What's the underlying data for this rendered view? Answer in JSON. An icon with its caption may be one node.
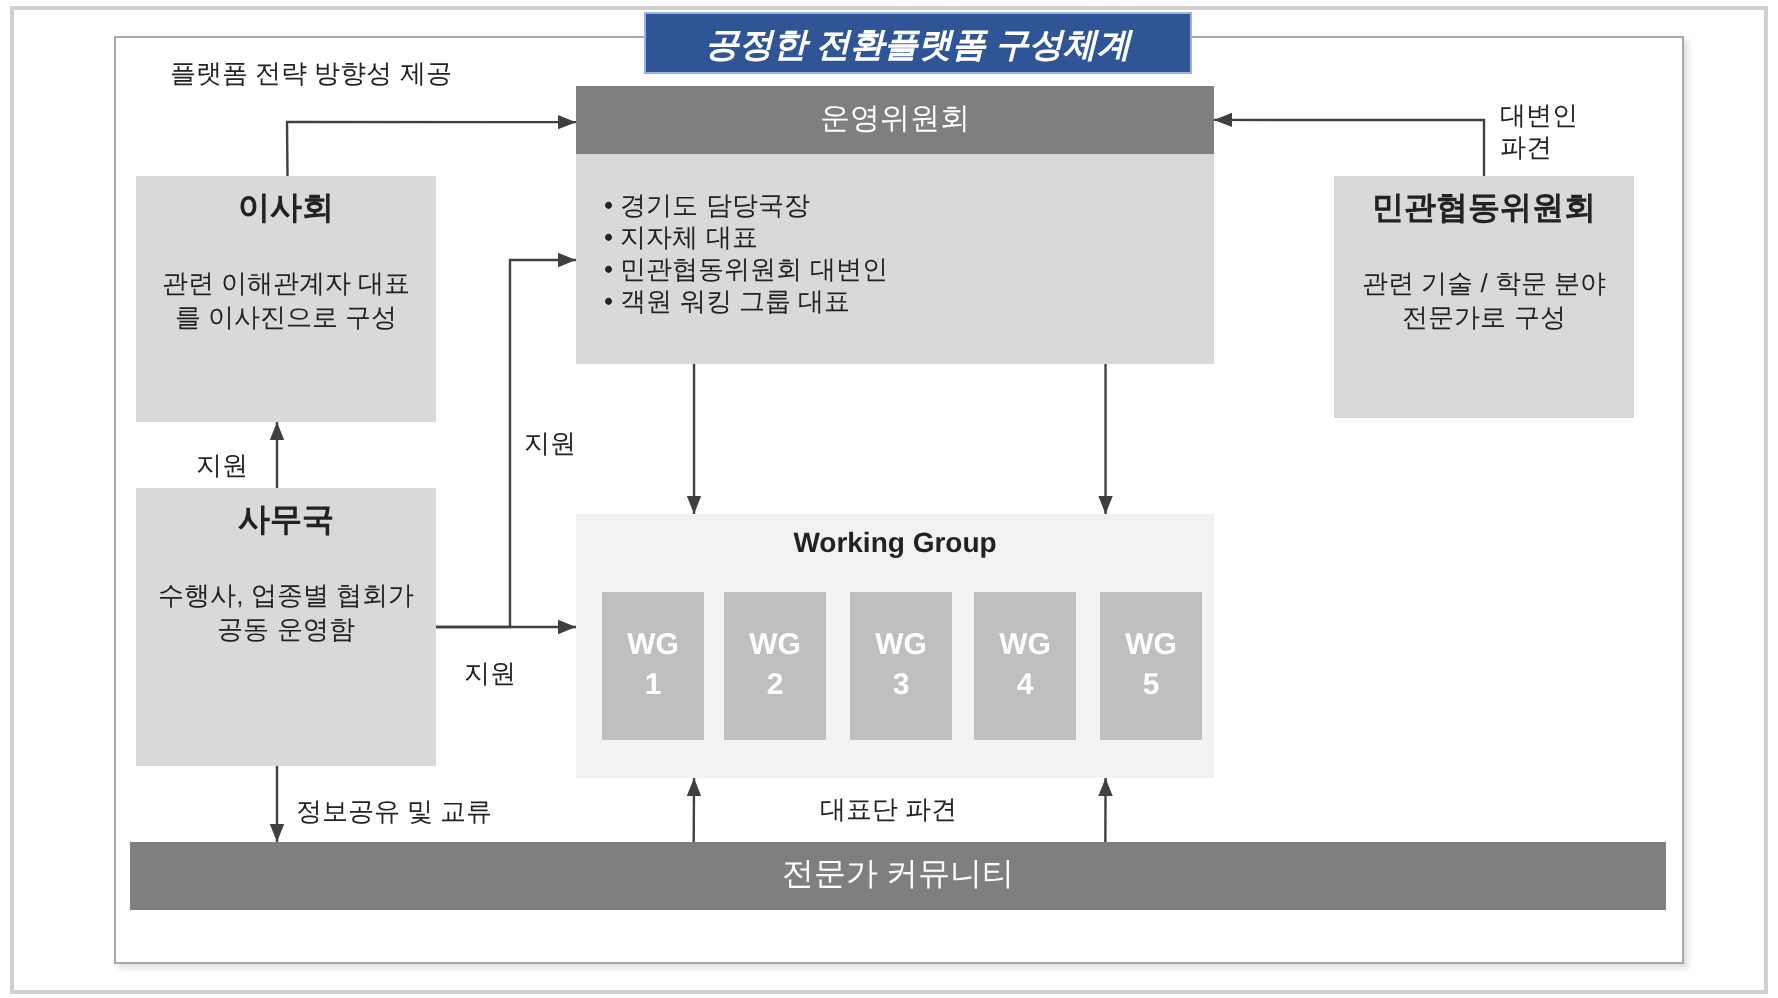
{
  "diagram": {
    "title": "공정한 전환플랫폼 구성체계",
    "nodes": [
      {
        "text": [
          "이사회",
          "관련 이해관계자 대표를 이사진으로 구성"
        ]
      },
      {
        "text": [
          "운영위원회",
          "• 경기도 담당국장",
          "• 지자체 대표",
          "• 민관협동위원회 대변인",
          "• 객원 워킹 그룹 대표"
        ]
      },
      {
        "text": [
          "민관협동위원회",
          "관련 기술 / 학문 분야 전문가로 구성"
        ]
      },
      {
        "text": [
          "사무국",
          "수행사, 업종별 협회가 공동 운영함"
        ]
      },
      {
        "text": [
          "Working Group"
        ]
      },
      {
        "text": [
          "WG 1"
        ],
        "in": 4
      },
      {
        "text": [
          "WG 2"
        ],
        "in": 4
      },
      {
        "text": [
          "WG 3"
        ],
        "in": 4
      },
      {
        "text": [
          "WG 4"
        ],
        "in": 4
      },
      {
        "text": [
          "WG 5"
        ],
        "in": 4
      },
      {
        "text": [
          "전문가 커뮤니티"
        ]
      }
    ],
    "edges": [
      {
        "from": 0,
        "to": 1,
        "arrow": "to",
        "label": "플랫폼 전략 방향성 제공"
      },
      {
        "from": 2,
        "to": 1,
        "arrow": "to",
        "label": "대변인 파견"
      },
      {
        "from": 3,
        "to": 0,
        "arrow": "to",
        "label": "지원"
      },
      {
        "from": 3,
        "to": 1,
        "arrow": "to",
        "label": "지원"
      },
      {
        "from": 3,
        "to": 4,
        "arrow": "to",
        "label": "지원"
      },
      {
        "from": 1,
        "to": 4,
        "arrow": "to"
      },
      {
        "from": 1,
        "to": 4,
        "arrow": "to"
      },
      {
        "from": 10,
        "to": 4,
        "arrow": "to",
        "label": "대표단 파견"
      },
      {
        "from": 10,
        "to": 4,
        "arrow": "to"
      },
      {
        "from": 3,
        "to": 10,
        "arrow": "to",
        "label": "정보공유 및 교류"
      }
    ]
  }
}
